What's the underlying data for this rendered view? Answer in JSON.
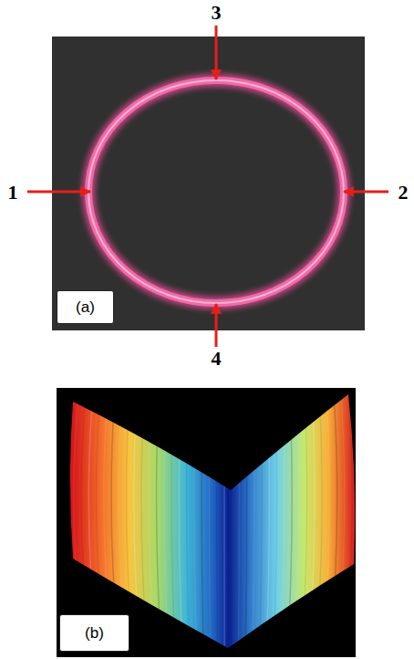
{
  "diagram": {
    "nodes": [
      {
        "text": [
          "(a)"
        ]
      },
      {
        "text": [
          "(b)"
        ]
      }
    ],
    "labels": [
      "3",
      "1",
      "2",
      "4"
    ]
  }
}
